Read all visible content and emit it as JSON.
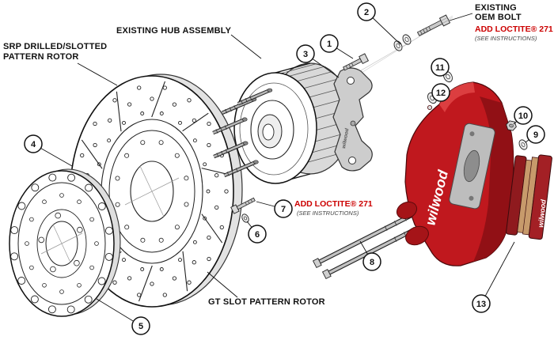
{
  "diagram": {
    "bg": "#ffffff",
    "colors": {
      "ink": "#111111",
      "accent_red": "#cc0000",
      "caliper_red": "#c0181e",
      "metal": "#cdcdcd"
    },
    "labels": {
      "hub_assembly": "EXISTING HUB ASSEMBLY",
      "srp_rotor_1": "SRP DRILLED/SLOTTED",
      "srp_rotor_2": "PATTERN ROTOR",
      "gt_rotor": "GT SLOT PATTERN ROTOR",
      "oem_bolt_1": "EXISTING",
      "oem_bolt_2": "OEM BOLT",
      "loctite_top": "ADD LOCTITE® 271",
      "loctite_top_note": "(SEE INSTRUCTIONS)",
      "loctite_mid": "ADD LOCTITE® 271",
      "loctite_mid_note": "(SEE INSTRUCTIONS)"
    },
    "brand": {
      "caliper": "wilwood",
      "pad": "wilwood",
      "bracket": "wilwood"
    },
    "callouts": [
      {
        "n": "1"
      },
      {
        "n": "2"
      },
      {
        "n": "3"
      },
      {
        "n": "4"
      },
      {
        "n": "5"
      },
      {
        "n": "6"
      },
      {
        "n": "7"
      },
      {
        "n": "8"
      },
      {
        "n": "9"
      },
      {
        "n": "10"
      },
      {
        "n": "11"
      },
      {
        "n": "12"
      },
      {
        "n": "13"
      }
    ]
  }
}
